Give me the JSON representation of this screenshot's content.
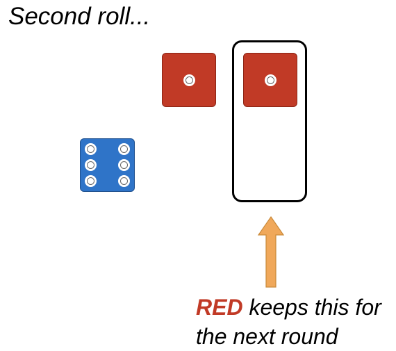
{
  "slide": {
    "title": "Second roll...",
    "dice": [
      {
        "color": "red",
        "pips": 1
      },
      {
        "color": "red",
        "pips": 1,
        "kept": true
      },
      {
        "color": "blue",
        "pips": 6
      }
    ],
    "caption": {
      "highlight": "RED",
      "line1_rest": " keeps this for",
      "line2": "the next round"
    },
    "colors": {
      "red": "#c13a26",
      "blue": "#2f74c8",
      "arrow": "#f0a85a"
    }
  }
}
